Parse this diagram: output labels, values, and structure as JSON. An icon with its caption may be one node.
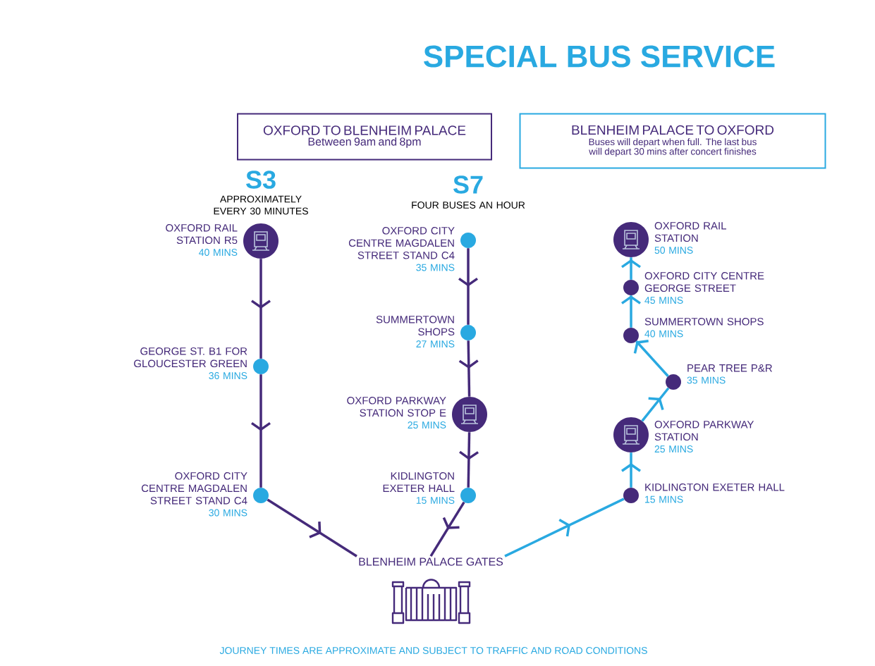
{
  "diagram": {
    "title": "SPECIAL BUS SERVICE",
    "caption": "JOURNEY TIMES ARE APPROXIMATE AND SUBJECT TO TRAFFIC AND ROAD CONDITIONS",
    "nodes": [
      {
        "text": [
          "OXFORD TO BLENHEIM PALACE",
          "Between 9am and 8pm"
        ]
      },
      {
        "text": [
          "BLENHEIM PALACE TO OXFORD",
          "Buses will depart when full. The last bus will depart 30 mins after concert finishes"
        ]
      },
      {
        "text": [],
        "shape": "circle",
        "beside": [
          "OXFORD RAIL STATION R5",
          "40 MINS"
        ]
      },
      {
        "text": [],
        "shape": "circle",
        "beside": [
          "GEORGE ST. B1 FOR GLOUCESTER GREEN",
          "36 MINS"
        ]
      },
      {
        "text": [],
        "shape": "circle",
        "beside": [
          "OXFORD CITY CENTRE MAGDALEN STREET STAND C4",
          "30 MINS"
        ]
      },
      {
        "text": [],
        "shape": "circle",
        "beside": [
          "OXFORD CITY CENTRE MAGDALEN STREET STAND C4",
          "35 MINS"
        ]
      },
      {
        "text": [],
        "shape": "circle",
        "beside": [
          "SUMMERTOWN SHOPS",
          "27 MINS"
        ]
      },
      {
        "text": [],
        "shape": "circle",
        "beside": [
          "OXFORD PARKWAY STATION STOP E",
          "25 MINS"
        ]
      },
      {
        "text": [],
        "shape": "circle",
        "beside": [
          "KIDLINGTON EXETER HALL",
          "15 MINS"
        ]
      },
      {
        "text": [
          "BLENHEIM PALACE GATES"
        ]
      },
      {
        "text": [],
        "shape": "circle",
        "beside": [
          "KIDLINGTON EXETER HALL",
          "15 MINS"
        ]
      },
      {
        "text": [],
        "shape": "circle",
        "beside": [
          "OXFORD PARKWAY STATION",
          "25 MINS"
        ]
      },
      {
        "text": [],
        "shape": "circle",
        "beside": [
          "PEAR TREE P&R",
          "35 MINS"
        ]
      },
      {
        "text": [],
        "shape": "circle",
        "beside": [
          "SUMMERTOWN SHOPS",
          "40 MINS"
        ]
      },
      {
        "text": [],
        "shape": "circle",
        "beside": [
          "OXFORD CITY CENTRE GEORGE STREET",
          "45 MINS"
        ]
      },
      {
        "text": [],
        "shape": "circle",
        "beside": [
          "OXFORD RAIL STATION",
          "50 MINS"
        ]
      }
    ],
    "edges": [
      {
        "from": 2,
        "to": 3,
        "arrow": "to"
      },
      {
        "from": 3,
        "to": 4,
        "arrow": "to"
      },
      {
        "from": 4,
        "to": 9,
        "arrow": "to"
      },
      {
        "from": 5,
        "to": 6,
        "arrow": "to"
      },
      {
        "from": 6,
        "to": 7,
        "arrow": "to"
      },
      {
        "from": 7,
        "to": 8,
        "arrow": "to"
      },
      {
        "from": 8,
        "to": 9,
        "arrow": "to"
      },
      {
        "from": 9,
        "to": 10,
        "arrow": "to",
        "color": "#29a9e1"
      },
      {
        "from": 10,
        "to": 11,
        "arrow": "to",
        "color": "#29a9e1"
      },
      {
        "from": 11,
        "to": 12,
        "arrow": "to",
        "color": "#29a9e1"
      },
      {
        "from": 12,
        "to": 13,
        "arrow": "to",
        "color": "#29a9e1"
      },
      {
        "from": 13,
        "to": 14,
        "arrow": "to",
        "color": "#29a9e1"
      },
      {
        "from": 14,
        "to": 15,
        "arrow": "to",
        "color": "#29a9e1"
      }
    ],
    "labels": [
      "S3",
      "APPROXIMATELY EVERY 30 MINUTES",
      "S7",
      "FOUR BUSES AN HOUR"
    ]
  }
}
